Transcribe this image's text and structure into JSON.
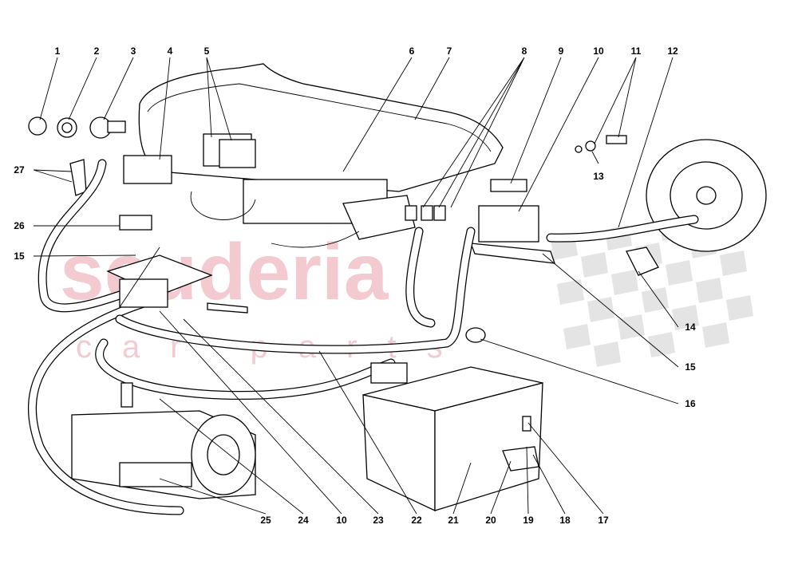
{
  "diagram": {
    "watermark": {
      "text": "scuderia",
      "subtext": "car parts",
      "color": "#e8a0a8",
      "flag_color": "#cfcfcf"
    },
    "callouts": [
      {
        "id": "1",
        "pos": "top"
      },
      {
        "id": "2",
        "pos": "top"
      },
      {
        "id": "3",
        "pos": "top"
      },
      {
        "id": "4",
        "pos": "top"
      },
      {
        "id": "5",
        "pos": "top"
      },
      {
        "id": "6",
        "pos": "top"
      },
      {
        "id": "7",
        "pos": "top"
      },
      {
        "id": "8",
        "pos": "top"
      },
      {
        "id": "9",
        "pos": "top"
      },
      {
        "id": "10",
        "pos": "top"
      },
      {
        "id": "11",
        "pos": "top"
      },
      {
        "id": "12",
        "pos": "top"
      },
      {
        "id": "27",
        "pos": "left"
      },
      {
        "id": "26",
        "pos": "left"
      },
      {
        "id": "15",
        "pos": "left"
      },
      {
        "id": "13",
        "pos": "right"
      },
      {
        "id": "14",
        "pos": "right"
      },
      {
        "id": "15",
        "pos": "right"
      },
      {
        "id": "16",
        "pos": "right"
      },
      {
        "id": "25",
        "pos": "bottom"
      },
      {
        "id": "24",
        "pos": "bottom"
      },
      {
        "id": "10",
        "pos": "bottom"
      },
      {
        "id": "23",
        "pos": "bottom"
      },
      {
        "id": "22",
        "pos": "bottom"
      },
      {
        "id": "21",
        "pos": "bottom"
      },
      {
        "id": "20",
        "pos": "bottom"
      },
      {
        "id": "19",
        "pos": "bottom"
      },
      {
        "id": "18",
        "pos": "bottom"
      },
      {
        "id": "17",
        "pos": "bottom"
      }
    ]
  }
}
